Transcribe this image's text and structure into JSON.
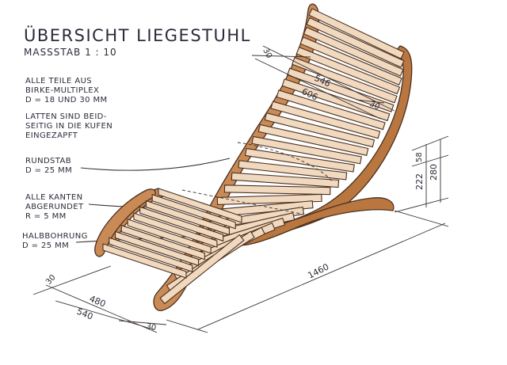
{
  "title": "ÜBERSICHT LIEGESTUHL",
  "scale": "MASSSTAB 1 : 10",
  "notes": {
    "material": [
      "ALLE TEILE AUS",
      "BIRKE-MULTIPLEX",
      "D = 18 UND 30 MM"
    ],
    "slats": [
      "LATTEN SIND BEID-",
      "SEITIG IN DIE KUFEN",
      "EINGEZAPFT"
    ],
    "rod": [
      "RUNDSTAB",
      "D = 25 MM"
    ],
    "edges": [
      "ALLE KANTEN",
      "ABGERUNDET",
      "R = 5 MM"
    ],
    "hole": [
      "HALBBOHRUNG",
      "D = 25 MM"
    ]
  },
  "dimensions": {
    "top_30": "30",
    "top_546": "546",
    "top_606": "606",
    "top_30b": "30",
    "right_58": "58",
    "right_280": "280",
    "right_222": "222",
    "length_1460": "1460",
    "left_30": "30",
    "left_480": "480",
    "left_540": "540",
    "left_30b": "30"
  },
  "colors": {
    "runner": "#c98a55",
    "slat": "#f1d9bf",
    "ink": "#2b2b3a"
  }
}
